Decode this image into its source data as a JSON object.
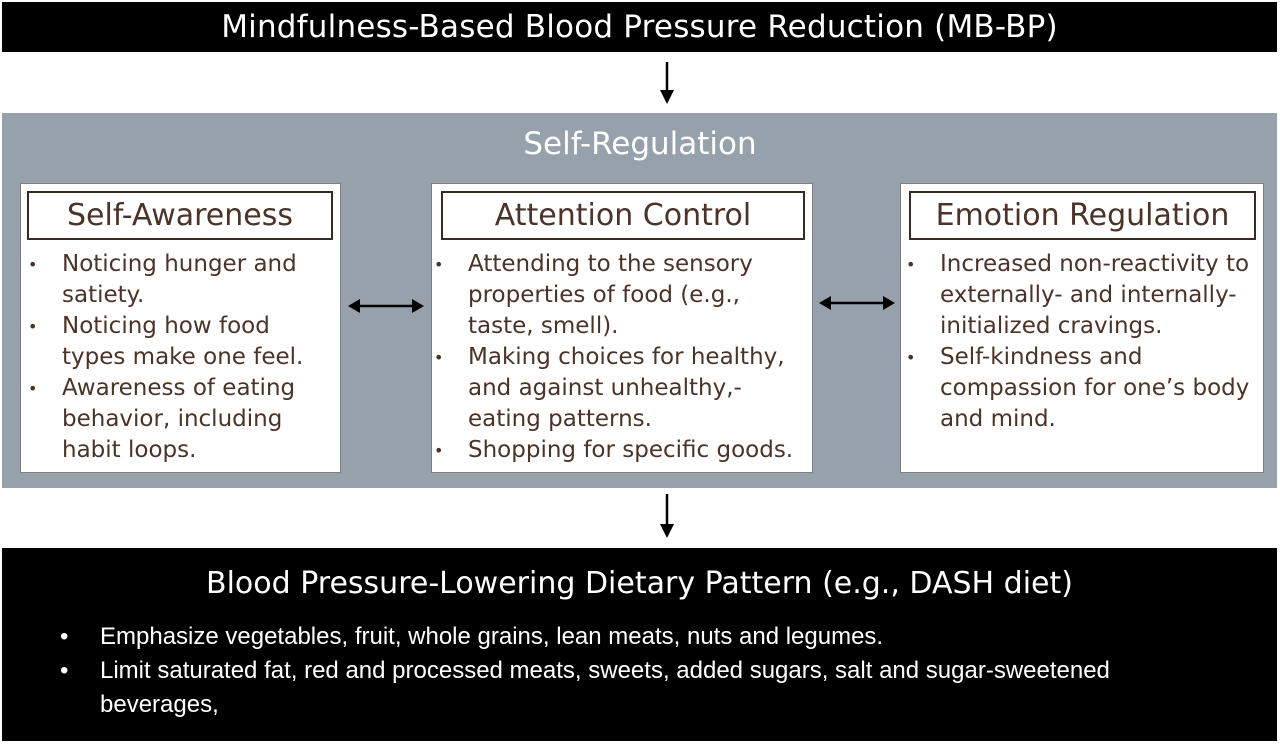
{
  "top": {
    "title": "Mindfulness-Based Blood Pressure Reduction (MB-BP)"
  },
  "panel": {
    "title": "Self-Regulation"
  },
  "cards": [
    {
      "heading": "Self-Awareness",
      "bullets": [
        "Noticing hunger and satiety.",
        "Noticing how food types make one feel.",
        "Awareness of eating behavior, including habit loops."
      ]
    },
    {
      "heading": "Attention Control",
      "bullets": [
        "Attending to the sensory properties of food (e.g., taste, smell).",
        "Making choices for healthy, and against unhealthy,- eating patterns.",
        "Shopping for specific goods."
      ]
    },
    {
      "heading": "Emotion Regulation",
      "bullets": [
        "Increased non-reactivity to externally- and internally-initialized cravings.",
        "Self-kindness and compassion for one’s body and mind."
      ]
    }
  ],
  "bottom": {
    "title": "Blood Pressure-Lowering Dietary Pattern (e.g., DASH diet)",
    "bullets": [
      "Emphasize vegetables, fruit, whole grains, lean meats, nuts and legumes.",
      "Limit saturated fat, red and processed meats, sweets, added sugars, salt and sugar-sweetened beverages,"
    ]
  },
  "colors": {
    "panel_gray": "#97a1ab",
    "text_brown": "#4a3328",
    "bar_black": "#000000"
  }
}
